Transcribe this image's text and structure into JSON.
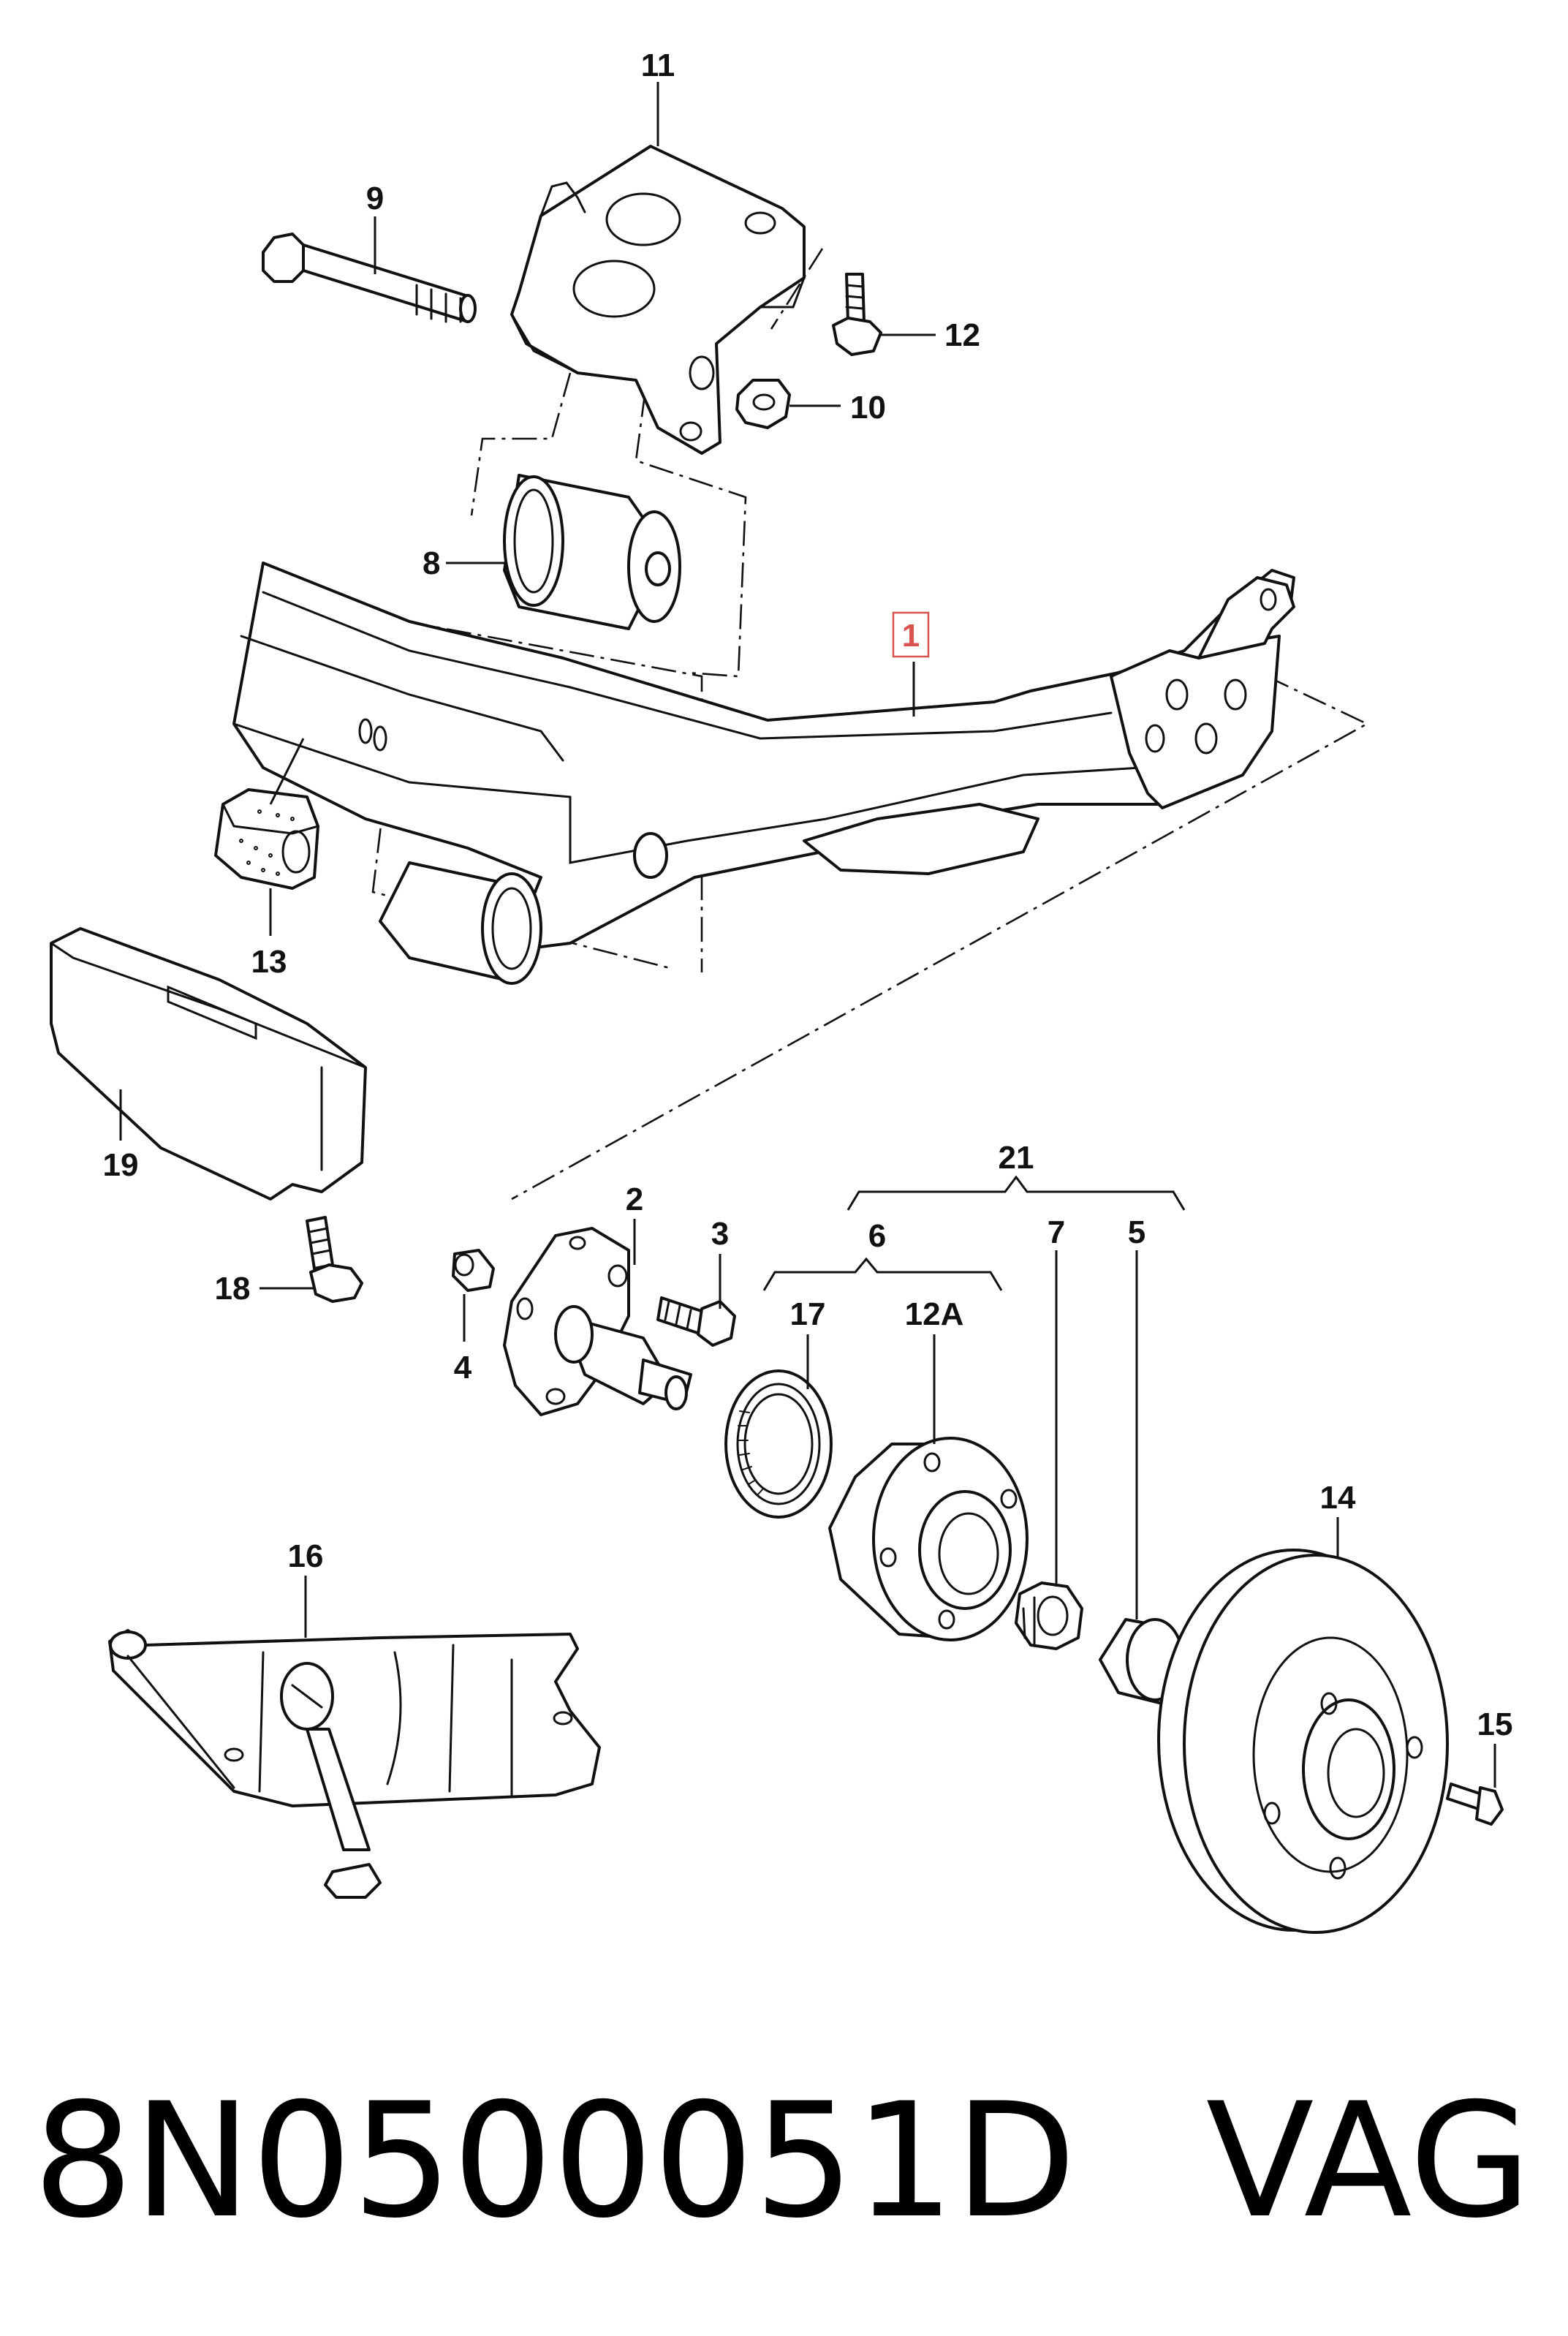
{
  "callouts": {
    "c1": "1",
    "c2": "2",
    "c3": "3",
    "c4": "4",
    "c5": "5",
    "c6": "6",
    "c7": "7",
    "c8": "8",
    "c9": "9",
    "c10": "10",
    "c11": "11",
    "c12": "12",
    "c12A": "12A",
    "c13": "13",
    "c14": "14",
    "c15": "15",
    "c16": "16",
    "c17": "17",
    "c18": "18",
    "c19": "19",
    "c21": "21"
  },
  "footer": {
    "part_number": "8N0500051D",
    "brand": "VAG"
  },
  "colors": {
    "line": "#111111",
    "highlight_box": "#d9534f",
    "background": "#ffffff"
  }
}
